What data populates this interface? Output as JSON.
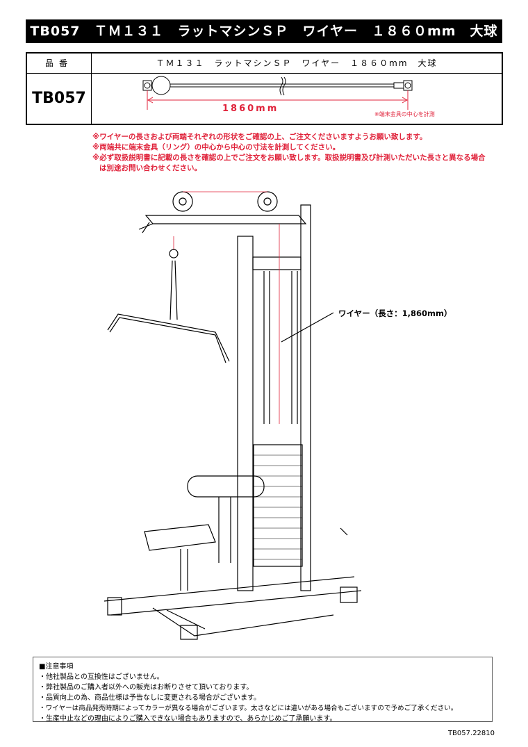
{
  "title": "TB057　ＴＭ１３１　ラットマシンＳＰ　ワイヤー　１８６０mm　大球",
  "spec_table": {
    "header_label": "品番",
    "header_value": "ＴＭ１３１　ラットマシンＳＰ　ワイヤー　１８６０mm　大球",
    "product_code": "TB057",
    "dimension": "1860mm",
    "dimension_note": "※端末金具の中心を計測"
  },
  "notes": [
    "※ワイヤーの長さおよび両端それぞれの形状をご確認の上、ご注文くださいますようお願い致します。",
    "※両端共に端末金具（リング）の中心から中心の寸法を計測してください。",
    "※必ず取扱説明書に記載の長さを確認の上でご注文をお願い致します。取扱説明書及び計測いただいた長さと異なる場合",
    "は別途お問い合わせください。"
  ],
  "diagram": {
    "wire_label": "ワイヤー（長さ：1,860mm）"
  },
  "caution": {
    "heading": "■注意事項",
    "items": [
      "・他社製品との互換性はございません。",
      "・弊社製品のご購入者以外への販売はお断りさせて頂いております。",
      "・品質向上の為、商品仕様は予告なしに変更される場合がございます。",
      "・ワイヤーは商品発売時期によってカラーが異なる場合がございます。太さなどには違いがある場合もございますので予めご了承ください。",
      "・生産中止などの理由によりご購入できない場合もありますので、あらかじめご了承願います。"
    ]
  },
  "footer_code": "TB057.22810",
  "colors": {
    "accent_red": "#e0223a"
  }
}
